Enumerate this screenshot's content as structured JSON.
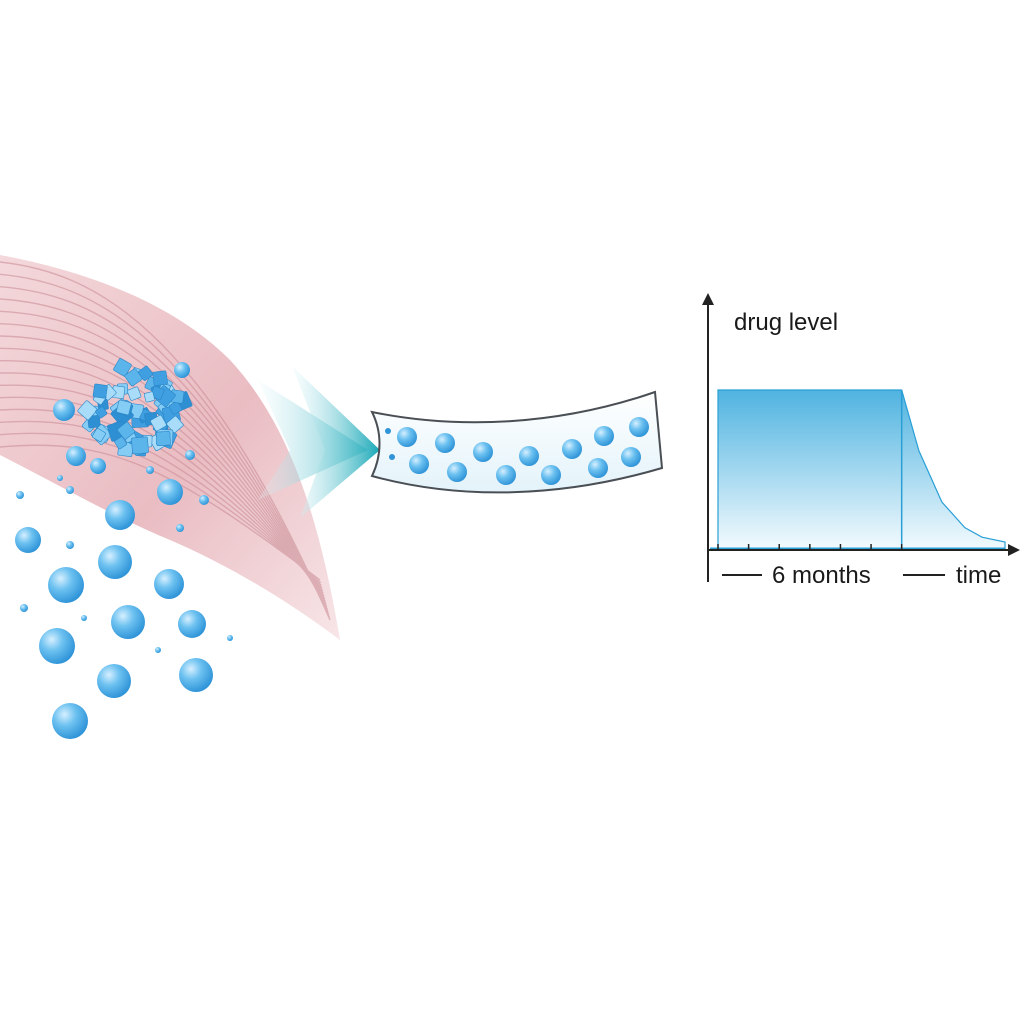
{
  "colors": {
    "muscle": "#e7b7bd",
    "muscle_stripe": "#c98a93",
    "crystal": "#5bb4ea",
    "crystal_dark": "#2f8fd3",
    "bead": "#4fb0e8",
    "arrow": "#1aa9b8",
    "vessel_fill": "#eef8fc",
    "vessel_stroke": "#4a4f55",
    "chart_fill_top": "#56b8e2",
    "chart_axis": "#222222",
    "chart_baseline": "#2a9fd6"
  },
  "icons": {
    "muscle": "muscle-tissue-icon",
    "depot": "drug-crystal-cluster-icon",
    "arrow": "flow-arrow-icon",
    "vessel": "blood-vessel-icon"
  },
  "chart": {
    "ylabel": "drug level",
    "xlabel": "time",
    "duration_label": "6 months"
  },
  "chart_data": {
    "type": "area",
    "title": "",
    "ylabel": "drug level",
    "xlabel": "time",
    "annotation": "6 months",
    "x": [
      0,
      0.64,
      0.7,
      0.78,
      0.86,
      0.92,
      1.0
    ],
    "values": [
      1.0,
      1.0,
      0.62,
      0.3,
      0.14,
      0.08,
      0.05
    ],
    "ylim": [
      0,
      1.15
    ],
    "xlim": [
      0,
      1.0
    ],
    "grid": false,
    "ticks": 6
  }
}
